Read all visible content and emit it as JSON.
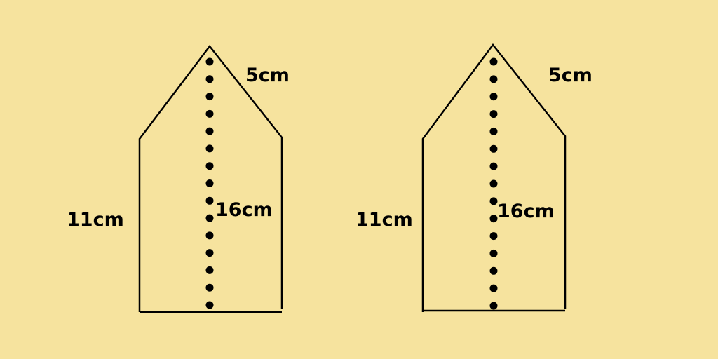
{
  "colors": {
    "background": "#f6e39e",
    "ink": "#000000"
  },
  "shapes": [
    {
      "labels": {
        "slant_edge": "5cm",
        "side_edge": "11cm",
        "center_height": "16cm"
      }
    },
    {
      "labels": {
        "slant_edge": "5cm",
        "side_edge": "11cm",
        "center_height": "16cm"
      }
    }
  ]
}
